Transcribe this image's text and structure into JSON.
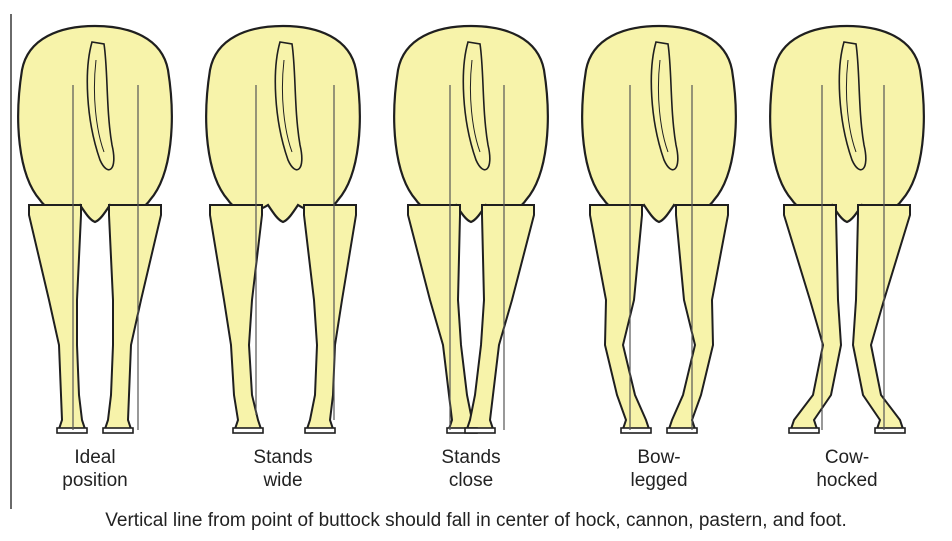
{
  "figure": {
    "panels": [
      {
        "id": "ideal",
        "line1": "Ideal",
        "line2": "position",
        "stance": "ideal"
      },
      {
        "id": "wide",
        "line1": "Stands",
        "line2": "wide",
        "stance": "wide"
      },
      {
        "id": "close",
        "line1": "Stands",
        "line2": "close",
        "stance": "close"
      },
      {
        "id": "bow",
        "line1": "Bow-",
        "line2": "legged",
        "stance": "bow"
      },
      {
        "id": "cow",
        "line1": "Cow-",
        "line2": "hocked",
        "stance": "cow"
      }
    ],
    "caption": "Vertical line from point of buttock should fall in center of hock, cannon, pastern, and foot."
  },
  "colors": {
    "fill": "#f7f3aa",
    "stroke": "#1f1f1f",
    "plumb_line": "#555555",
    "text": "#222222"
  }
}
